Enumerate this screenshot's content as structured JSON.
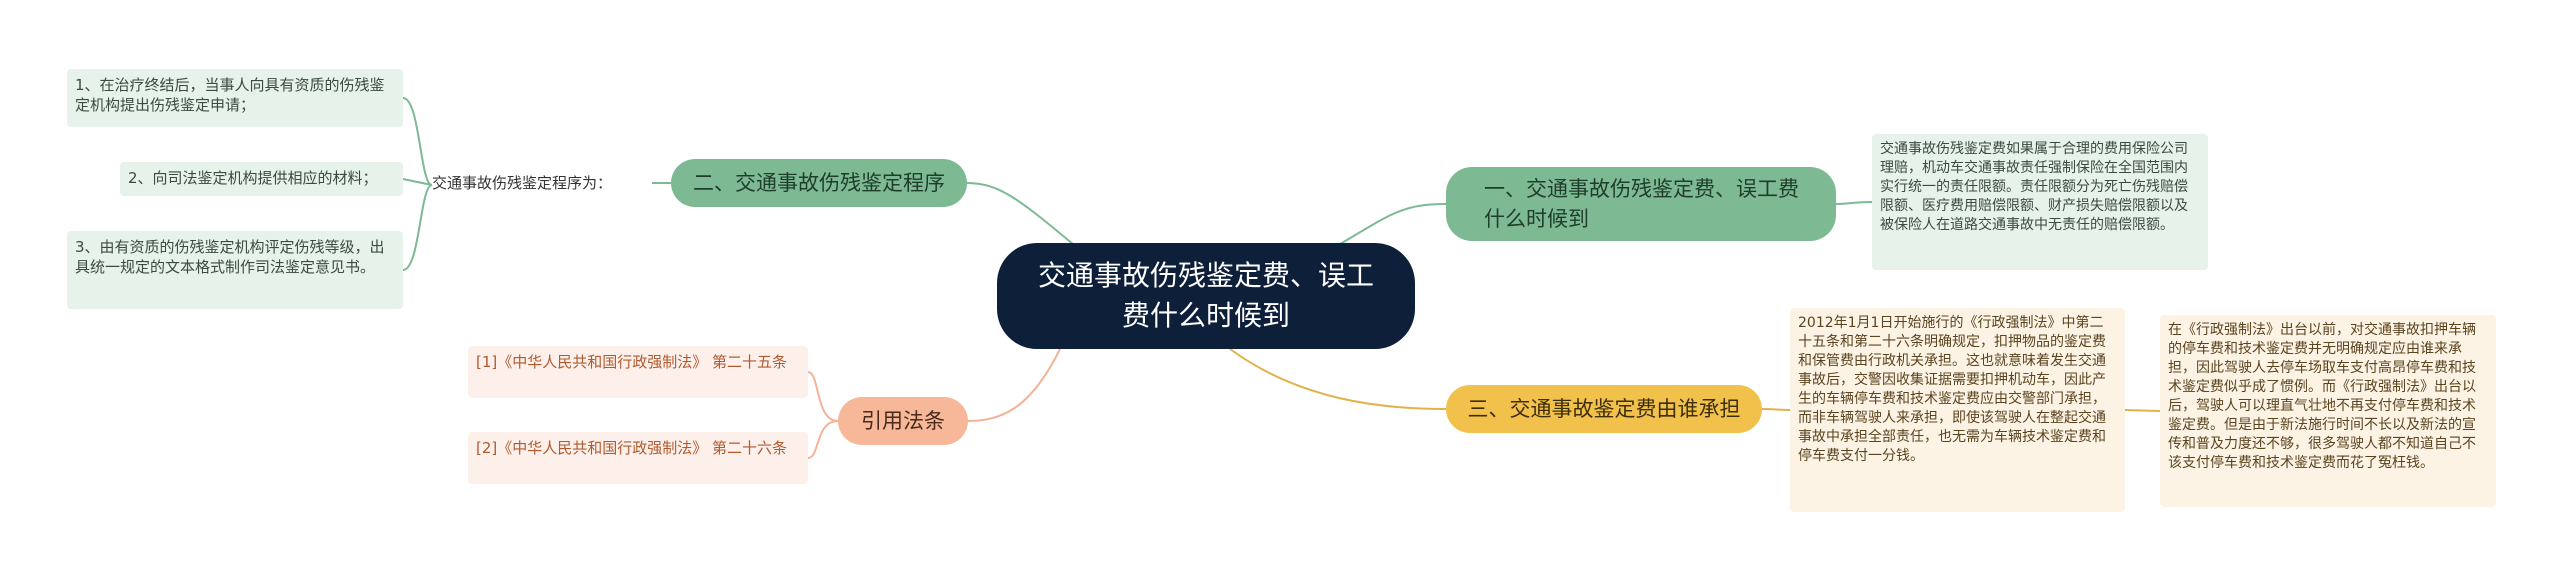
{
  "root": {
    "title": "交通事故伤残鉴定费、误工费什么时候到"
  },
  "branches": [
    {
      "label": "一、交通事故伤残鉴定费、误工费什么时候到",
      "leaves": [
        "交通事故伤残鉴定费如果属于合理的费用保险公司理赔，机动车交通事故责任强制保险在全国范围内实行统一的责任限额。责任限额分为死亡伤残赔偿限额、医疗费用赔偿限额、财产损失赔偿限额以及被保险人在道路交通事故中无责任的赔偿限额。"
      ]
    },
    {
      "label": "二、交通事故伤残鉴定程序",
      "mid": "交通事故伤残鉴定程序为：",
      "leaves": [
        "1、在治疗终结后，当事人向具有资质的伤残鉴定机构提出伤残鉴定申请；",
        "2、向司法鉴定机构提供相应的材料；",
        "3、由有资质的伤残鉴定机构评定伤残等级，出具统一规定的文本格式制作司法鉴定意见书。"
      ]
    },
    {
      "label": "三、交通事故鉴定费由谁承担",
      "leaves": [
        "2012年1月1日开始施行的《行政强制法》中第二十五条和第二十六条明确规定，扣押物品的鉴定费和保管费由行政机关承担。这也就意味着发生交通事故后，交警因收集证据需要扣押机动车，因此产生的车辆停车费和技术鉴定费应由交警部门承担，而非车辆驾驶人来承担，即使该驾驶人在整起交通事故中承担全部责任，也无需为车辆技术鉴定费和停车费支付一分钱。",
        "在《行政强制法》出台以前，对交通事故扣押车辆的停车费和技术鉴定费并无明确规定应由谁来承担，因此驾驶人去停车场取车支付高昂停车费和技术鉴定费似乎成了惯例。而《行政强制法》出台以后，驾驶人可以理直气壮地不再支付停车费和技术鉴定费。但是由于新法施行时间不长以及新法的宣传和普及力度还不够，很多驾驶人都不知道自己不该支付停车费和技术鉴定费而花了冤枉钱。"
      ]
    },
    {
      "label": "引用法条",
      "leaves": [
        "[1]《中华人民共和国行政强制法》 第二十五条",
        "[2]《中华人民共和国行政强制法》 第二十六条"
      ]
    }
  ],
  "colors": {
    "root": "#0e1f3a",
    "green": "#7dba94",
    "yellow": "#f2c14b",
    "peach": "#f7b89a",
    "link_green": "#7dba94",
    "link_yellow": "#e2b24a",
    "link_peach": "#f4b396"
  }
}
